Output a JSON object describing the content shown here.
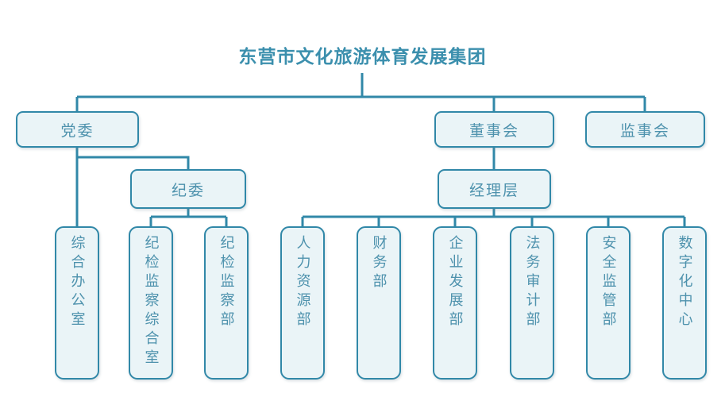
{
  "title": "东营市文化旅游体育发展集团",
  "colors": {
    "border": "#3188a8",
    "fill": "#eaf4f7",
    "text": "#4e92ad",
    "title": "#3b8fad",
    "connector": "#3188a8",
    "background": "#ffffff"
  },
  "nodes": {
    "party_committee": "党委",
    "board_of_directors": "董事会",
    "board_of_supervisors": "监事会",
    "discipline_committee": "纪委",
    "management_layer": "经理层",
    "general_office": "综合办公室",
    "discipline_inspection_office": "纪检监察综合室",
    "discipline_inspection_dept": "纪检监察部",
    "human_resources_dept": "人力资源部",
    "finance_dept": "财务部",
    "enterprise_development_dept": "企业发展部",
    "legal_audit_dept": "法务审计部",
    "safety_supervision_dept": "安全监管部",
    "digitalization_center": "数字化中心"
  },
  "chart_data": {
    "type": "diagram",
    "diagram_type": "organization-chart",
    "title": "东营市文化旅游体育发展集团",
    "levels": [
      {
        "level": 1,
        "items": [
          "党委",
          "董事会",
          "监事会"
        ]
      },
      {
        "level": 2,
        "items": [
          "纪委",
          "经理层"
        ]
      },
      {
        "level": 3,
        "items": [
          "综合办公室",
          "纪检监察综合室",
          "纪检监察部",
          "人力资源部",
          "财务部",
          "企业发展部",
          "法务审计部",
          "安全监管部",
          "数字化中心"
        ]
      }
    ],
    "edges": [
      {
        "from": "东营市文化旅游体育发展集团",
        "to": "党委"
      },
      {
        "from": "东营市文化旅游体育发展集团",
        "to": "董事会"
      },
      {
        "from": "东营市文化旅游体育发展集团",
        "to": "监事会"
      },
      {
        "from": "党委",
        "to": "纪委"
      },
      {
        "from": "党委",
        "to": "综合办公室"
      },
      {
        "from": "纪委",
        "to": "纪检监察综合室"
      },
      {
        "from": "纪委",
        "to": "纪检监察部"
      },
      {
        "from": "董事会",
        "to": "经理层"
      },
      {
        "from": "经理层",
        "to": "人力资源部"
      },
      {
        "from": "经理层",
        "to": "财务部"
      },
      {
        "from": "经理层",
        "to": "企业发展部"
      },
      {
        "from": "经理层",
        "to": "法务审计部"
      },
      {
        "from": "经理层",
        "to": "安全监管部"
      },
      {
        "from": "经理层",
        "to": "数字化中心"
      }
    ]
  }
}
